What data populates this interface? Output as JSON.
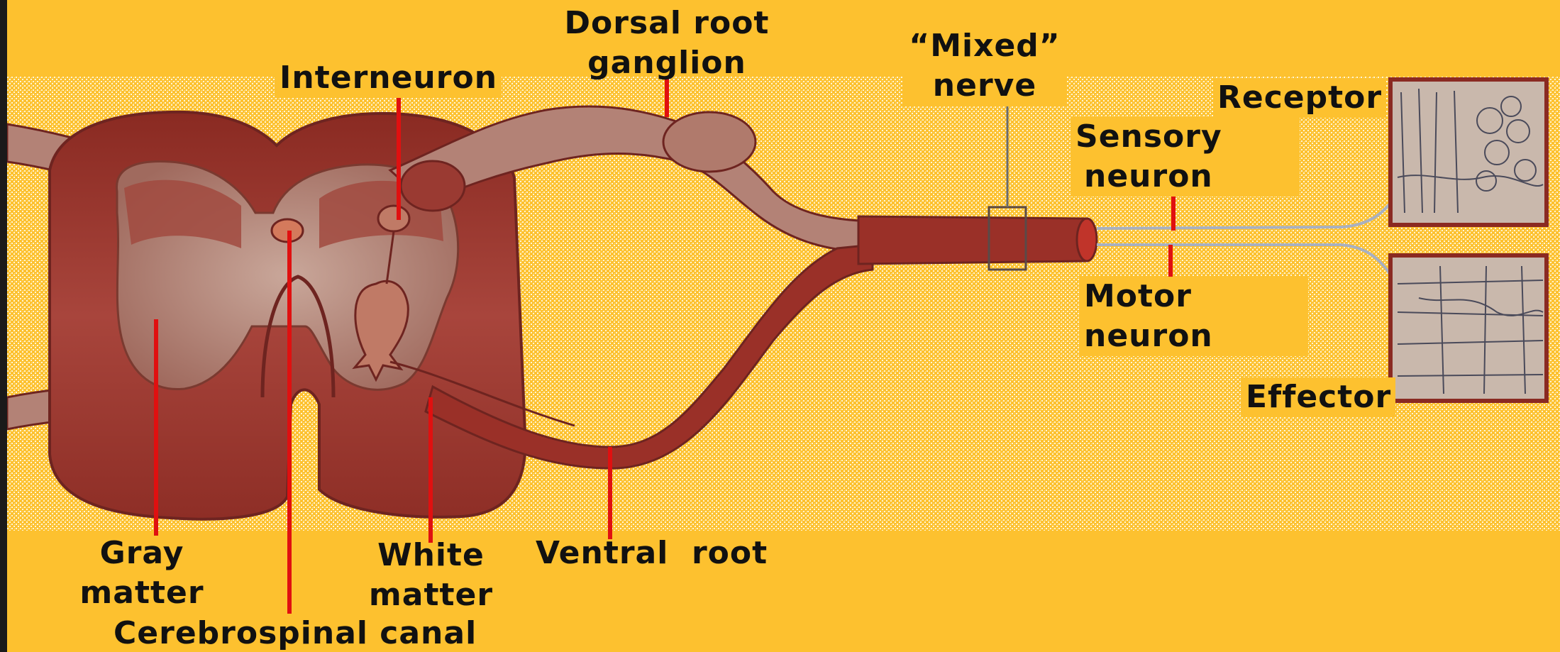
{
  "labels": {
    "dorsal_root_ganglion_line1": "Dorsal root",
    "dorsal_root_ganglion_line2": "ganglion",
    "interneuron": "Interneuron",
    "mixed_nerve_line1": "“Mixed”",
    "mixed_nerve_line2": "nerve",
    "receptor": "Receptor",
    "sensory_neuron_line1": "Sensory",
    "sensory_neuron_line2": "neuron",
    "motor_neuron_line1": "Motor",
    "motor_neuron_line2": "neuron",
    "effector": "Effector",
    "gray_matter_line1": "Gray",
    "gray_matter_line2": "matter",
    "white_matter_line1": "White",
    "white_matter_line2": "matter",
    "ventral_root": "Ventral  root",
    "cerebrospinal_canal": "Cerebrospinal canal"
  },
  "colors": {
    "background": "#fdc12f",
    "speckle": "#fff3c8",
    "white_matter": "#a8403a",
    "gray_matter": "#b9948a",
    "outline": "#6e2420",
    "leader_line": "#e01010"
  }
}
